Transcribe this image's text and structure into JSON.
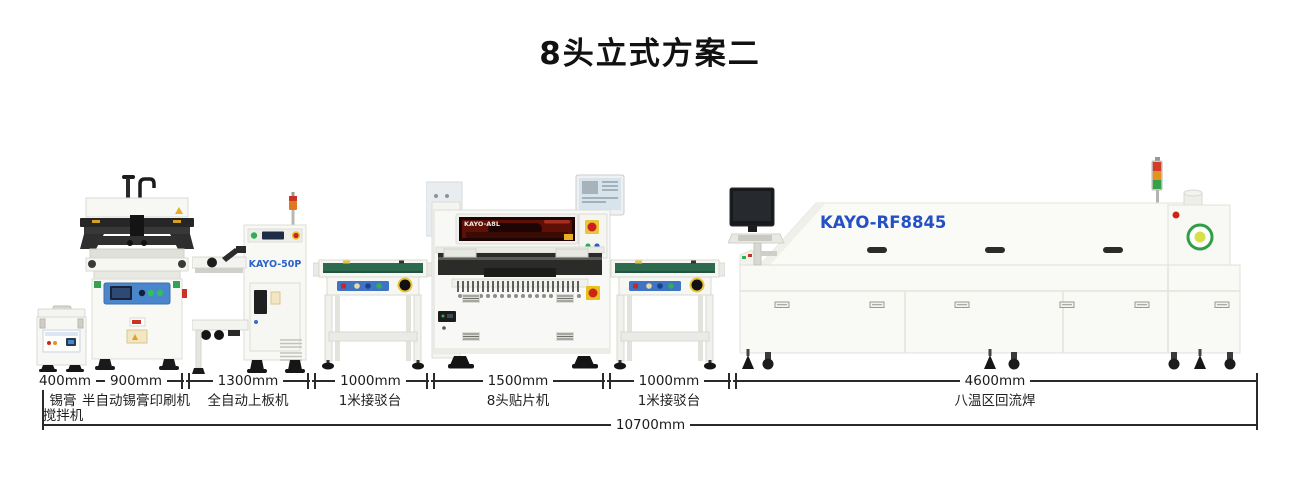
{
  "title": "8头立式方案二",
  "production_line": {
    "segments": [
      {
        "size": "400mm",
        "name": "锡膏搅拌机",
        "lines": [
          "锡膏",
          "搅拌机"
        ]
      },
      {
        "size": "900mm",
        "name": "半自动锡膏印刷机"
      },
      {
        "size": "1300mm",
        "name": "全自动上板机"
      },
      {
        "size": "1000mm",
        "name": "1米接驳台"
      },
      {
        "size": "1500mm",
        "name": "8头贴片机"
      },
      {
        "size": "1000mm",
        "name": "1米接驳台"
      },
      {
        "size": "4600mm",
        "name": "八温区回流焊"
      }
    ],
    "total_size": "10700mm"
  },
  "equipment_models": {
    "loader": "KAYO-50P",
    "mounter": "KAYO-A8L",
    "reflow_oven": "KAYO-RF8845"
  },
  "colors": {
    "kayo_blue": "#2550c5",
    "panel_blue": "#4a86cc",
    "belt_green": "#2e6b4e",
    "estop_red": "#cc2515",
    "warning_yellow": "#e8c53a",
    "signal_red": "#d23c2a",
    "signal_orange": "#e6921e",
    "signal_green": "#35a047",
    "dimension_line": "#2a2a2a"
  }
}
